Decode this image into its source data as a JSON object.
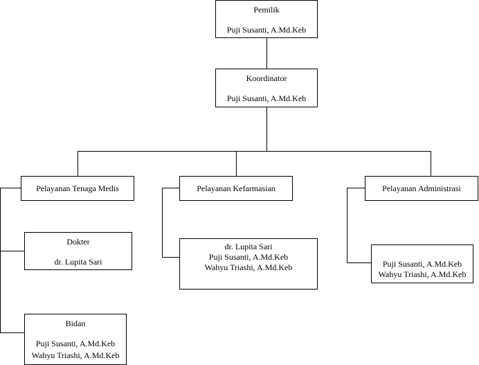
{
  "owner": {
    "title": "Pemilik",
    "name": "Puji Susanti, A.Md.Keb"
  },
  "coordinator": {
    "title": "Koordinator",
    "name": "Puji Susanti, A.Md.Keb"
  },
  "departments": [
    {
      "title": "Pelayanan Tenaga Medis"
    },
    {
      "title": "Pelayanan Kefarmasian"
    },
    {
      "title": "Pelayanan Administrasi"
    }
  ],
  "medical": {
    "doctor": {
      "title": "Dokter",
      "name": "dr. Lupita Sari"
    },
    "midwife": {
      "title": "Bidan",
      "names": [
        "Puji Susanti, A.Md.Keb",
        "Wahyu Triashi, A.Md.Keb"
      ]
    }
  },
  "pharmacy_staff": [
    "dr. Lupita Sari",
    "Puji Susanti, A.Md.Keb",
    "Wahyu Triashi, A.Md.Keb"
  ],
  "admin_staff": [
    "Puji Susanti, A.Md.Keb",
    "Wahyu Triashi, A.Md.Keb"
  ]
}
